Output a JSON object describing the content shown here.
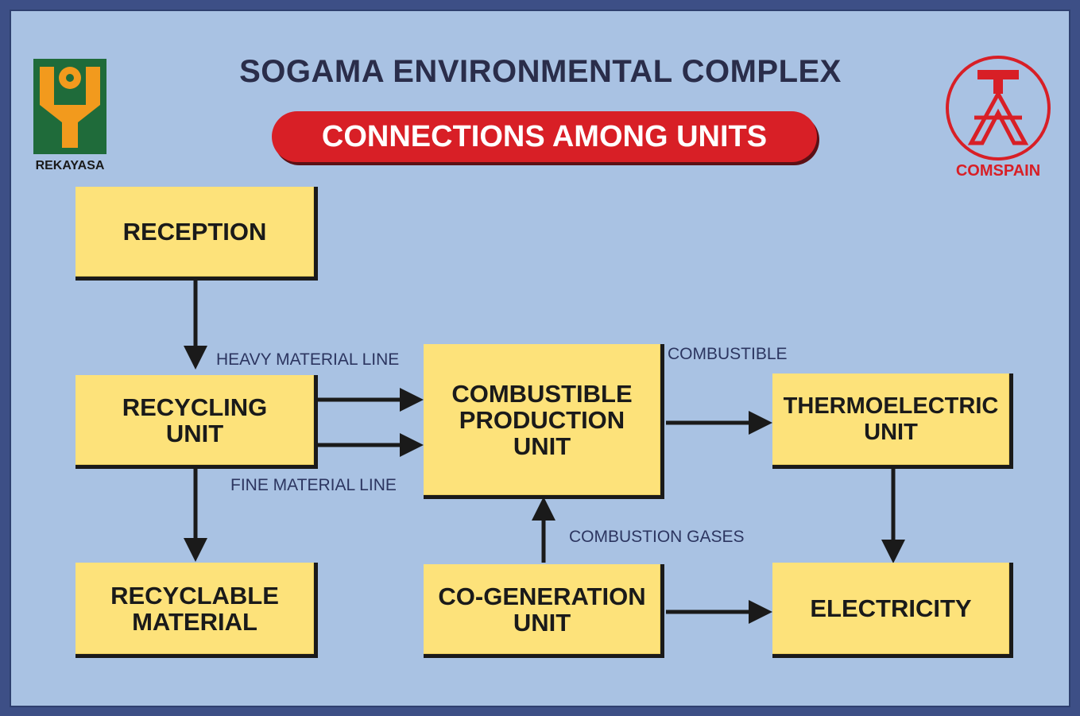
{
  "header": {
    "title": "SOGAMA ENVIRONMENTAL COMPLEX",
    "subtitle": "CONNECTIONS AMONG UNITS"
  },
  "logos": {
    "left_label": "REKAYASA",
    "right_label": "COMSPAIN"
  },
  "nodes": {
    "reception": "RECEPTION",
    "recycling_unit": "RECYCLING\nUNIT",
    "combustible_production_unit": "COMBUSTIBLE\nPRODUCTION\nUNIT",
    "thermoelectric_unit": "THERMOELECTRIC\nUNIT",
    "recyclable_material": "RECYCLABLE\nMATERIAL",
    "co_generation_unit": "CO-GENERATION\nUNIT",
    "electricity": "ELECTRICITY"
  },
  "edge_labels": {
    "heavy_material_line": "HEAVY MATERIAL LINE",
    "fine_material_line": "FINE MATERIAL LINE",
    "combustible": "COMBUSTIBLE",
    "combustion_gases": "COMBUSTION GASES"
  },
  "colors": {
    "background": "#a9c2e3",
    "box_fill": "#fde27a",
    "accent_red": "#d81f26",
    "logo_orange": "#f29a1d",
    "logo_green": "#1f6b3a"
  }
}
